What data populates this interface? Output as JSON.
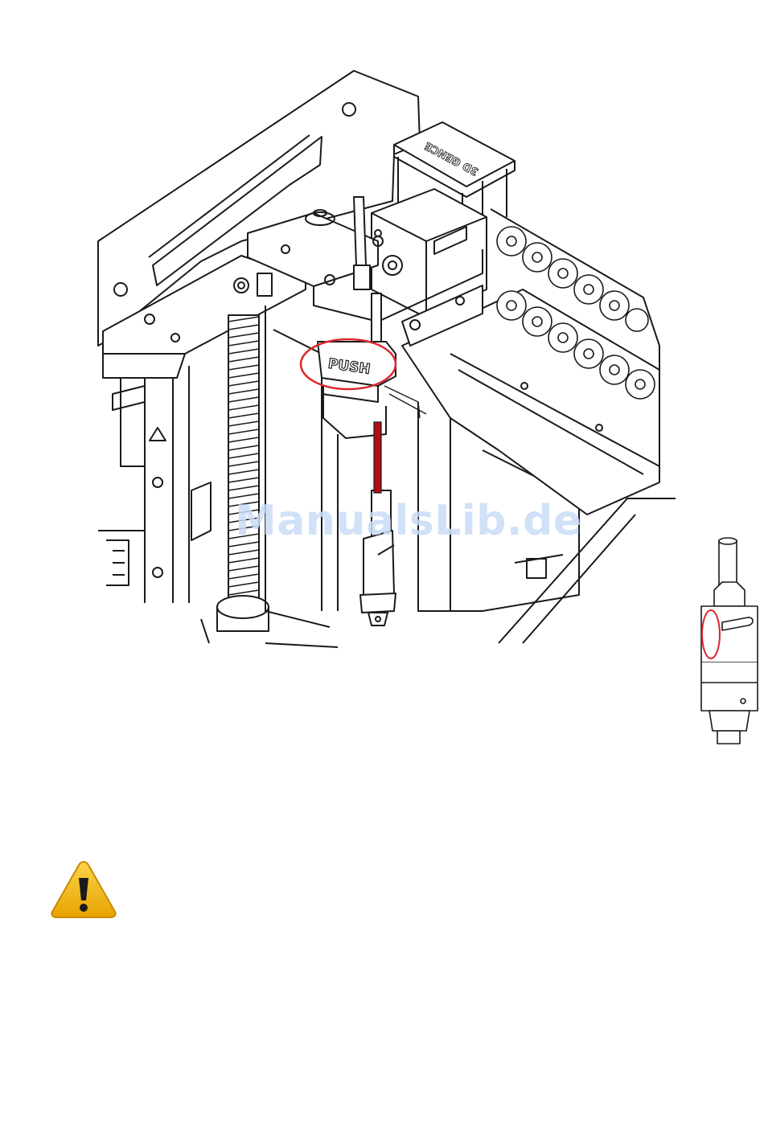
{
  "illustration": {
    "push_label": "PUSH",
    "brand_plate": "3D GENCE"
  },
  "watermark": "ManualsLib.de",
  "colors": {
    "line": "#1a1a1a",
    "highlight_circle": "#d9262c",
    "filament": "#b01010",
    "watermark": "#c9dcf6",
    "warning_fill": "#f2b705",
    "warning_border": "#c98a00"
  },
  "icons": [
    "warning-icon"
  ]
}
